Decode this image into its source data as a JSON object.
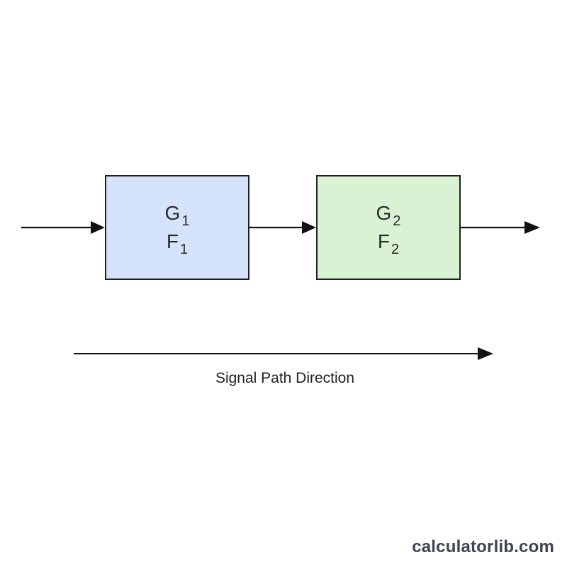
{
  "colors": {
    "block_1_fill": "#d6e4fb",
    "block_2_fill": "#d9f2d4",
    "line": "#111111",
    "border": "#1f1f1f"
  },
  "blocks": [
    {
      "gain_symbol": "G",
      "gain_subscript": "1",
      "noise_symbol": "F",
      "noise_subscript": "1"
    },
    {
      "gain_symbol": "G",
      "gain_subscript": "2",
      "noise_symbol": "F",
      "noise_subscript": "2"
    }
  ],
  "caption": "Signal Path Direction",
  "watermark": "calculatorlib.com"
}
